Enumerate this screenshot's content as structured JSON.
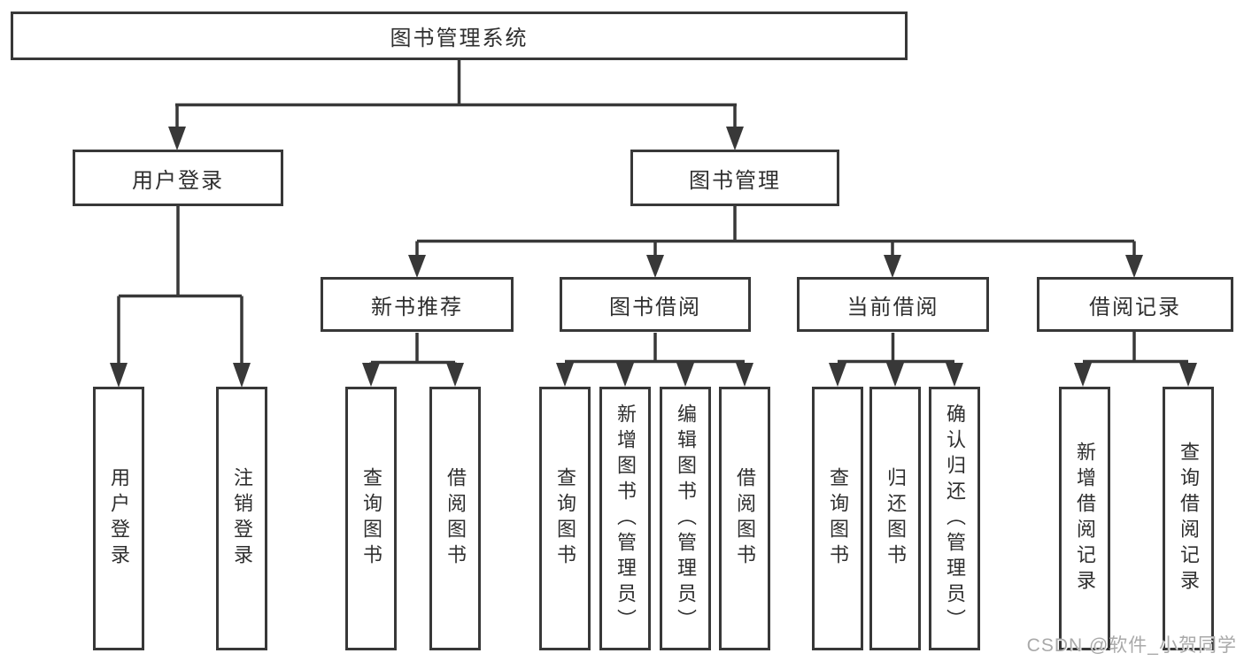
{
  "diagram": {
    "root": {
      "label": "图书管理系统"
    },
    "level2": [
      {
        "label": "用户登录"
      },
      {
        "label": "图书管理"
      }
    ],
    "level3": [
      {
        "label": "新书推荐"
      },
      {
        "label": "图书借阅"
      },
      {
        "label": "当前借阅"
      },
      {
        "label": "借阅记录"
      }
    ],
    "leaves": {
      "user_login": [
        "用户登录",
        "注销登录"
      ],
      "new_book_recommend": [
        "查询图书",
        "借阅图书"
      ],
      "book_borrow": [
        "查询图书",
        "新增图书（管理员）",
        "编辑图书（管理员）",
        "借阅图书"
      ],
      "current_borrow": [
        "查询图书",
        "归还图书",
        "确认归还（管理员）"
      ],
      "borrow_records": [
        "新增借阅记录",
        "查询借阅记录"
      ]
    },
    "colors": {
      "line": "#383838",
      "text": "#2f2f2f",
      "background": "#ffffff",
      "watermark": "#a9a9a9"
    }
  },
  "watermark": {
    "text": "CSDN @软件_小贺同学"
  }
}
